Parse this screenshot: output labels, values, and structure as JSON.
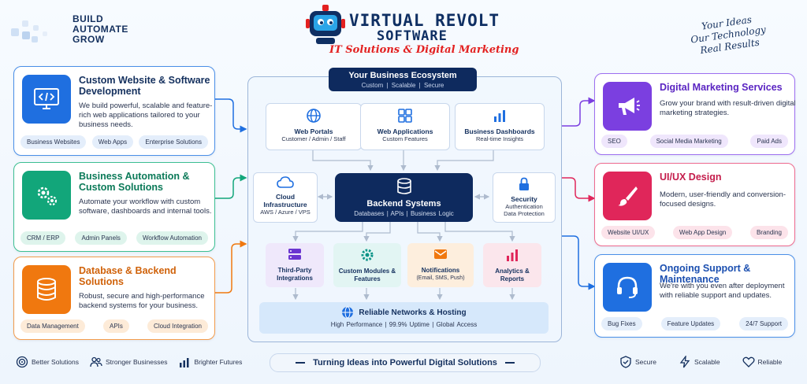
{
  "header": {
    "tagline": [
      "BUILD",
      "AUTOMATE",
      "GROW"
    ],
    "brand_line1": "VIRTUAL REVOLT",
    "brand_line2": "SOFTWARE",
    "brand_sub": "IT Solutions & Digital Marketing",
    "slogan": [
      "Your Ideas",
      "Our Technology",
      "Real Results"
    ]
  },
  "left_cards": [
    {
      "title": "Custom Website & Software Development",
      "desc": "We build powerful, scalable and feature-rich web applications tailored to your business needs.",
      "chips": [
        "Business Websites",
        "Web Apps",
        "Enterprise Solutions"
      ],
      "icon": "code-monitor-icon",
      "color": "#1f6fe0"
    },
    {
      "title": "Business Automation & Custom Solutions",
      "desc": "Automate your workflow with custom software, dashboards and internal tools.",
      "chips": [
        "CRM / ERP",
        "Admin Panels",
        "Workflow Automation"
      ],
      "icon": "gears-icon",
      "color": "#12a67a"
    },
    {
      "title": "Database & Backend Solutions",
      "desc": "Robust, secure and high-performance backend systems for your business.",
      "chips": [
        "Data Management",
        "APIs",
        "Cloud Integration"
      ],
      "icon": "database-icon",
      "color": "#f0780f"
    }
  ],
  "right_cards": [
    {
      "title": "Digital Marketing Services",
      "desc": "Grow your brand with result-driven digital marketing strategies.",
      "chips": [
        "SEO",
        "Social Media Marketing",
        "Paid Ads"
      ],
      "icon": "megaphone-icon",
      "color": "#7b3fe0"
    },
    {
      "title": "UI/UX Design",
      "desc": "Modern, user-friendly and conversion-focused designs.",
      "chips": [
        "Website UI/UX",
        "Web App Design",
        "Branding"
      ],
      "icon": "paintbrush-icon",
      "color": "#e0265a"
    },
    {
      "title": "Ongoing Support & Maintenance",
      "desc": "We're with you even after deployment with reliable support and updates.",
      "chips": [
        "Bug Fixes",
        "Feature Updates",
        "24/7 Support"
      ],
      "icon": "headset-icon",
      "color": "#1f6fe0"
    }
  ],
  "ecosystem": {
    "title": "Your Business Ecosystem",
    "subtitle": "Custom  |  Scalable  |  Secure",
    "top_boxes": [
      {
        "title": "Web Portals",
        "sub": "Customer / Admin / Staff",
        "icon": "globe-icon"
      },
      {
        "title": "Web Applications",
        "sub": "Custom Features",
        "icon": "grid-icon"
      },
      {
        "title": "Business Dashboards",
        "sub": "Real-time Insights",
        "icon": "bar-chart-icon"
      }
    ],
    "cloud": {
      "title": "Cloud Infrastructure",
      "sub": "AWS / Azure / VPS"
    },
    "backend": {
      "title": "Backend Systems",
      "sub": "Databases  |  APIs  |  Business Logic"
    },
    "security": {
      "title": "Security",
      "sub": "Authentication Data Protection"
    },
    "modules": [
      {
        "title": "Third-Party Integrations",
        "sub": "",
        "icon": "server-icon",
        "color": "#efe8fb"
      },
      {
        "title": "Custom Modules & Features",
        "sub": "",
        "icon": "gear-icon",
        "color": "#e2f5f3"
      },
      {
        "title": "Notifications",
        "sub": "(Email, SMS, Push)",
        "icon": "mail-icon",
        "color": "#fdeedd"
      },
      {
        "title": "Analytics & Reports",
        "sub": "",
        "icon": "analytics-icon",
        "color": "#fbe6ec"
      }
    ],
    "network": {
      "title": "Reliable Networks & Hosting",
      "sub": "High Performance  |  99.9% Uptime  |  Global Access"
    }
  },
  "footer": {
    "left": [
      "Better Solutions",
      "Stronger Businesses",
      "Brighter Futures"
    ],
    "center": "Turning Ideas into Powerful Digital Solutions",
    "right": [
      "Secure",
      "Scalable",
      "Reliable"
    ]
  }
}
